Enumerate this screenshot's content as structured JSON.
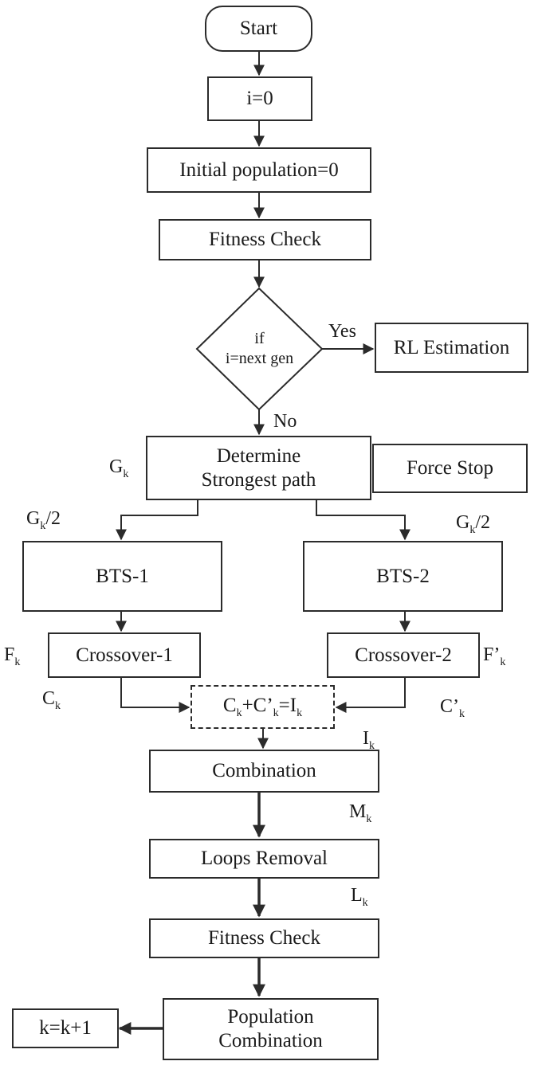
{
  "nodes": {
    "start": "Start",
    "init_i": "i=0",
    "init_pop": "Initial population=0",
    "fitness1": "Fitness Check",
    "decision": {
      "line1": "if",
      "line2": "i=next gen"
    },
    "rl": "RL Estimation",
    "determine": {
      "line1": "Determine",
      "line2": "Strongest path"
    },
    "force_stop": "Force Stop",
    "bts1": "BTS-1",
    "bts2": "BTS-2",
    "cross1": "Crossover-1",
    "cross2": "Crossover-2",
    "sum": {
      "c": "C",
      "k1": "k",
      "plus": "+C’",
      "k2": "k",
      "eq": "=I",
      "k3": "k"
    },
    "combination": "Combination",
    "loops": "Loops Removal",
    "fitness2": "Fitness Check",
    "popcomb": {
      "line1": "Population",
      "line2": "Combination"
    },
    "kinc": "k=k+1"
  },
  "edge_labels": {
    "yes": "Yes",
    "no": "No",
    "gk": {
      "base": "G",
      "sub": "k"
    },
    "gk2_left": {
      "base": "G",
      "sub": "k",
      "tail": "/2"
    },
    "gk2_right": {
      "base": "G",
      "sub": "k",
      "tail": "/2"
    },
    "fk": {
      "base": "F",
      "sub": "k"
    },
    "fk_prime": {
      "base": "F’",
      "sub": "k"
    },
    "ck": {
      "base": "C",
      "sub": "k"
    },
    "ck_prime": {
      "base": "C’",
      "sub": "k"
    },
    "ik": {
      "base": "I",
      "sub": "k"
    },
    "mk": {
      "base": "M",
      "sub": "k"
    },
    "lk": {
      "base": "L",
      "sub": "k"
    }
  }
}
